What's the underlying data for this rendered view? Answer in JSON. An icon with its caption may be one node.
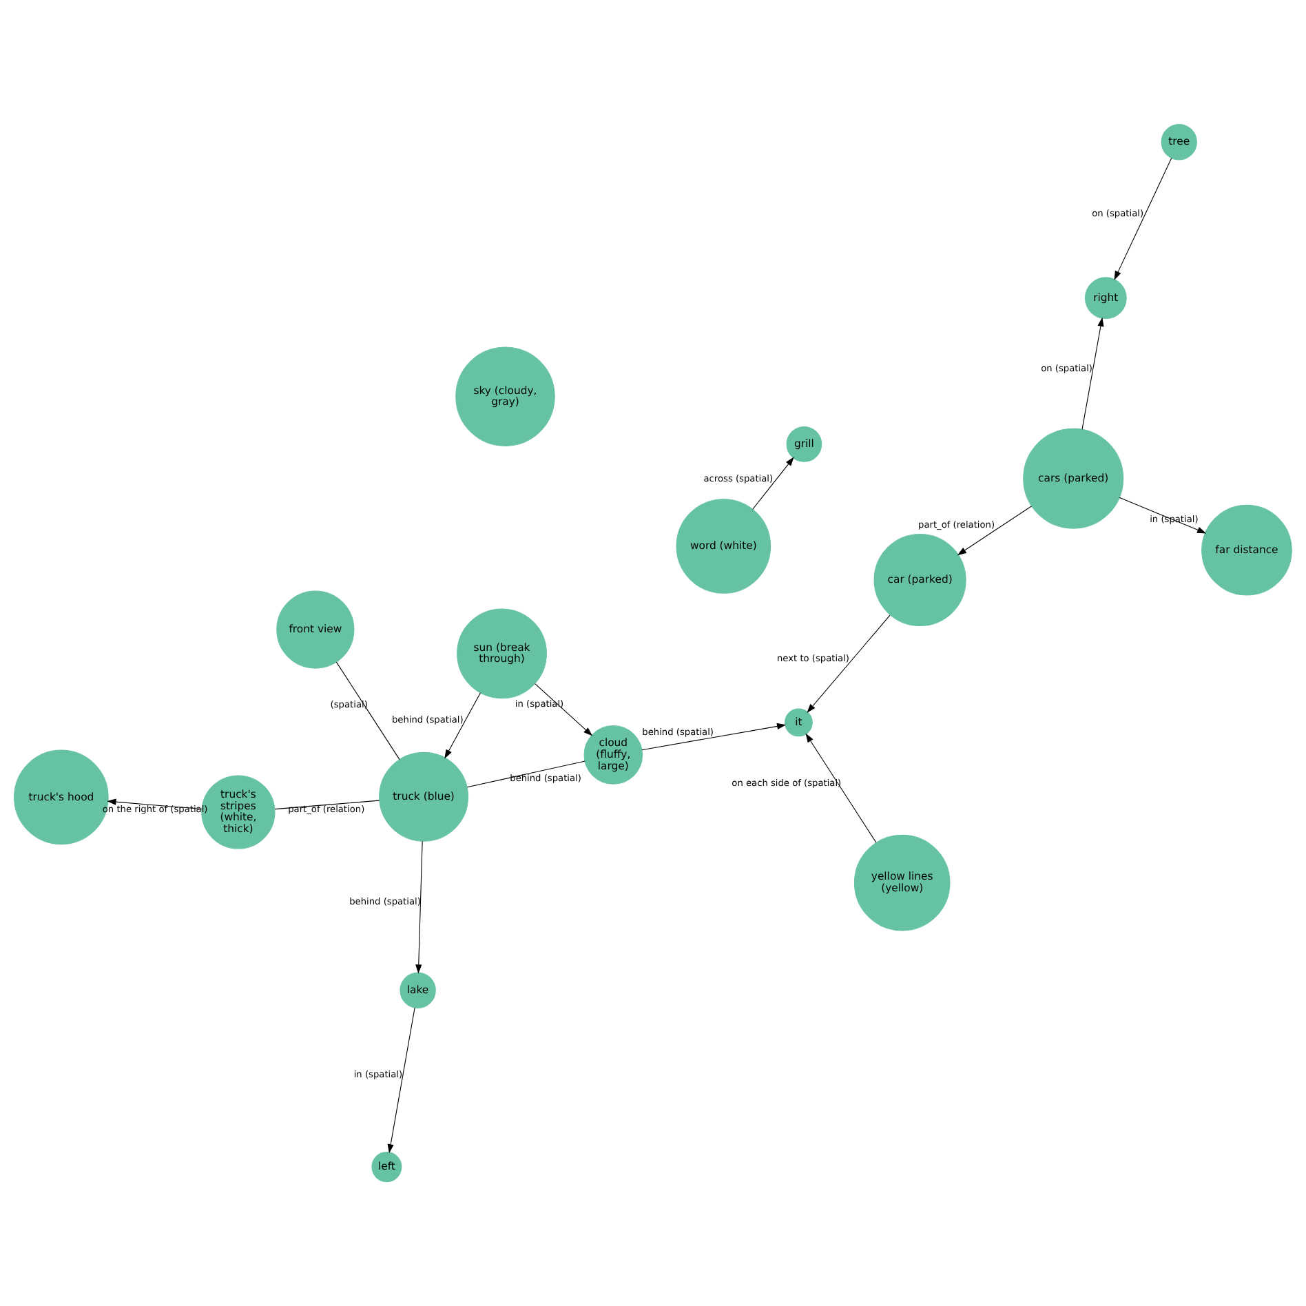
{
  "diagram": {
    "nodes": [
      {
        "text": [
          "it"
        ]
      },
      {
        "text": [
          "sun (break through)"
        ]
      },
      {
        "text": [
          "right"
        ]
      },
      {
        "text": [
          "grill"
        ]
      },
      {
        "text": [
          "truck's hood"
        ]
      },
      {
        "text": [
          "lake"
        ]
      },
      {
        "text": [
          "truck (blue)"
        ]
      },
      {
        "text": [
          "cars (parked)"
        ]
      },
      {
        "text": [
          "cloud (fluffy, large)"
        ]
      },
      {
        "text": [
          "front view"
        ]
      },
      {
        "text": [
          "yellow lines (yellow)"
        ]
      },
      {
        "text": [
          "sky (cloudy, gray)"
        ]
      },
      {
        "text": [
          "word (white)"
        ]
      },
      {
        "text": [
          "left"
        ]
      },
      {
        "text": [
          "car (parked)"
        ]
      },
      {
        "text": [
          "far distance"
        ]
      },
      {
        "text": [
          "tree"
        ]
      },
      {
        "text": [
          "truck's stripes (white, thick)"
        ]
      }
    ],
    "edges": [
      {
        "from": 1,
        "to": 6,
        "arrow": "to",
        "label": "behind (spatial)"
      },
      {
        "from": 16,
        "to": 2,
        "arrow": "to",
        "label": "on (spatial)"
      },
      {
        "from": 7,
        "to": 2,
        "arrow": "to",
        "label": "on (spatial)"
      },
      {
        "from": 1,
        "to": 8,
        "arrow": "to",
        "label": "in (spatial)"
      },
      {
        "from": 8,
        "to": 0,
        "arrow": "to",
        "label": "behind (spatial)"
      },
      {
        "from": 14,
        "to": 0,
        "arrow": "to",
        "label": "next to (spatial)"
      },
      {
        "from": 10,
        "to": 0,
        "arrow": "to",
        "label": "on each side of (spatial)"
      },
      {
        "from": 6,
        "to": 5,
        "arrow": "to",
        "label": "behind (spatial)"
      },
      {
        "from": 12,
        "to": 3,
        "arrow": "to",
        "label": "across (spatial)"
      },
      {
        "from": 17,
        "to": 4,
        "arrow": "to",
        "label": "on the right of (spatial)"
      },
      {
        "from": 6,
        "to": 17,
        "arrow": "none",
        "label": "part_of (relation)"
      },
      {
        "from": 7,
        "to": 14,
        "arrow": "to",
        "label": "part_of (relation)"
      },
      {
        "from": 7,
        "to": 15,
        "arrow": "to",
        "label": "in (spatial)"
      },
      {
        "from": 5,
        "to": 13,
        "arrow": "to",
        "label": "in (spatial)"
      },
      {
        "from": 6,
        "to": 9,
        "arrow": "none",
        "label": "(spatial)"
      },
      {
        "from": 6,
        "to": 8,
        "arrow": "none",
        "label": "behind (spatial)"
      }
    ]
  }
}
